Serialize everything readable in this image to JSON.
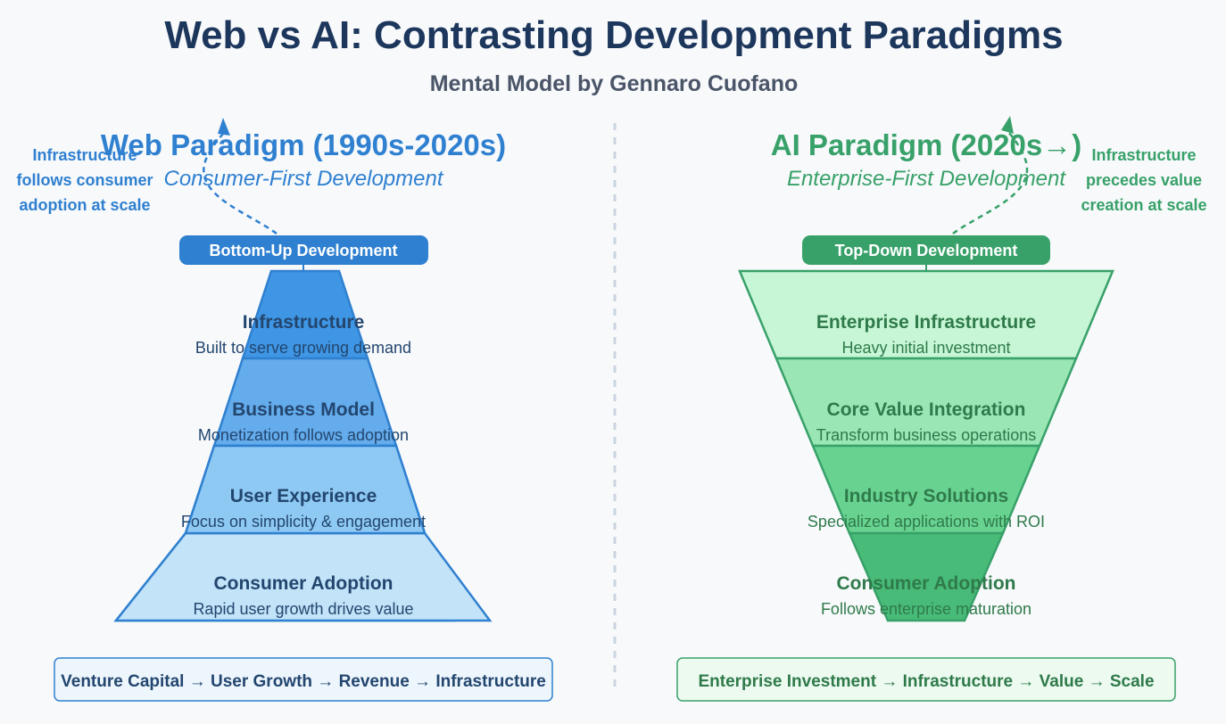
{
  "title": "Web vs AI: Contrasting Development Paradigms",
  "subtitle": "Mental Model by Gennaro Cuofano",
  "colors": {
    "title": "#1c365c",
    "subtitle": "#4a5568",
    "web_accent": "#2f80d0",
    "web_text": "#23466f",
    "ai_accent": "#38a169",
    "ai_text": "#2f7a4a",
    "web_layers": [
      "#3f96e4",
      "#64acec",
      "#8ec9f3",
      "#c2e3f8"
    ],
    "ai_layers": [
      "#c6f6d5",
      "#9ae6b4",
      "#68d391",
      "#48bb78"
    ],
    "divider": "#cbd5e0"
  },
  "web": {
    "heading": "Web Paradigm (1990s-2020s)",
    "tagline": "Consumer-First Development",
    "note_lines": [
      "Infrastructure",
      "follows consumer",
      "adoption at scale"
    ],
    "pill": "Bottom-Up Development",
    "layers": [
      {
        "title": "Infrastructure",
        "desc": "Built to serve growing demand"
      },
      {
        "title": "Business Model",
        "desc": "Monetization follows adoption"
      },
      {
        "title": "User Experience",
        "desc": "Focus on simplicity & engagement"
      },
      {
        "title": "Consumer Adoption",
        "desc": "Rapid user growth drives value"
      }
    ],
    "flow": "Venture Capital → User Growth → Revenue → Infrastructure"
  },
  "ai": {
    "heading": "AI Paradigm (2020s→)",
    "tagline": "Enterprise-First Development",
    "note_lines": [
      "Infrastructure",
      "precedes value",
      "creation at scale"
    ],
    "pill": "Top-Down Development",
    "layers": [
      {
        "title": "Enterprise Infrastructure",
        "desc": "Heavy initial investment"
      },
      {
        "title": "Core Value Integration",
        "desc": "Transform business operations"
      },
      {
        "title": "Industry Solutions",
        "desc": "Specialized applications with ROI"
      },
      {
        "title": "Consumer Adoption",
        "desc": "Follows enterprise maturation"
      }
    ],
    "flow": "Enterprise Investment → Infrastructure → Value → Scale"
  }
}
